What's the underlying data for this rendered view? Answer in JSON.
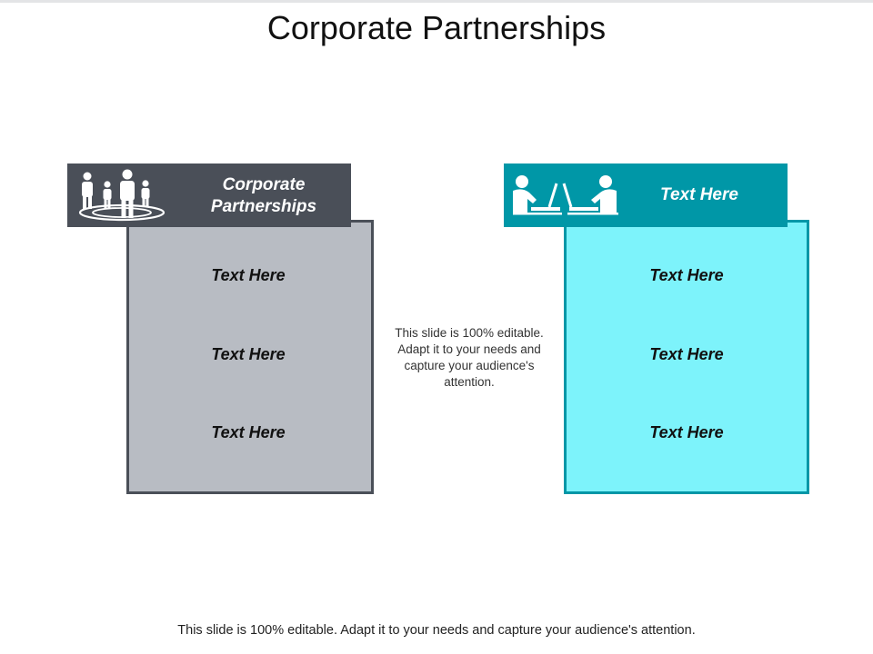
{
  "slide": {
    "title": "Corporate Partnerships",
    "center_note": "This slide is 100% editable. Adapt it to your needs and capture your audience's attention.",
    "footer_note": "This slide is 100% editable. Adapt it to your needs and capture your audience's attention."
  },
  "left_card": {
    "header_label": "Corporate Partnerships",
    "icon": "team-group-icon",
    "items": [
      "Text Here",
      "Text Here",
      "Text Here"
    ],
    "header_color": "#4a4f58",
    "body_color": "#b8bcc3"
  },
  "right_card": {
    "header_label": "Text Here",
    "icon": "meeting-laptops-icon",
    "items": [
      "Text Here",
      "Text Here",
      "Text Here"
    ],
    "header_color": "#0097a7",
    "body_color": "#7df3fb"
  }
}
